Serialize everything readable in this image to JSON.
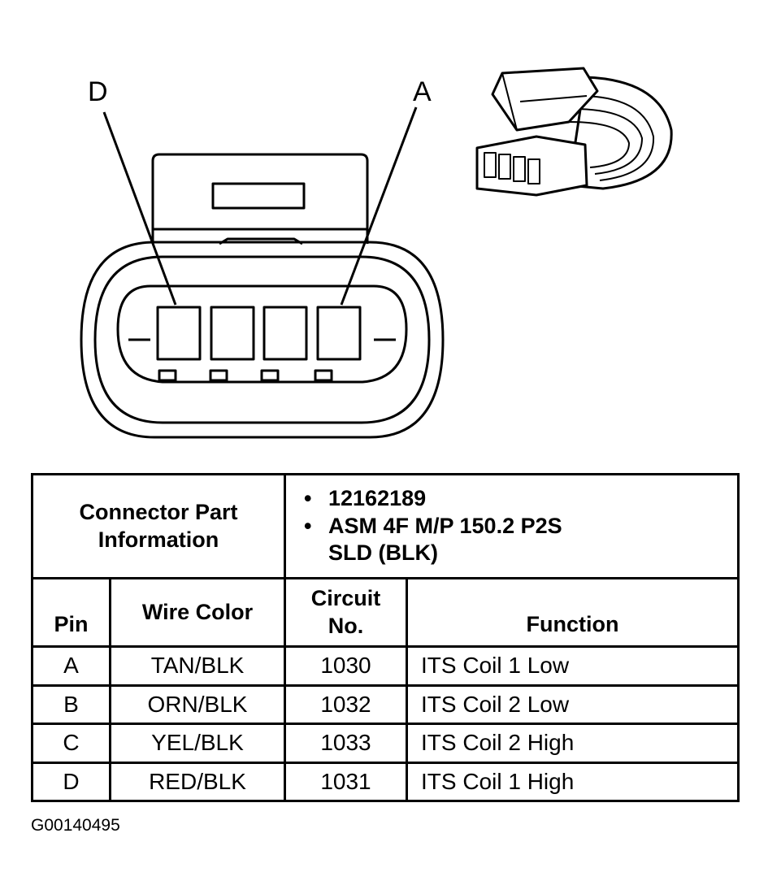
{
  "diagram": {
    "pin_callouts": [
      {
        "label": "D"
      },
      {
        "label": "A"
      }
    ]
  },
  "table": {
    "part_info_label_line1": "Connector Part",
    "part_info_label_line2": "Information",
    "part_numbers": [
      {
        "bullet": "•",
        "text": "12162189"
      },
      {
        "bullet": "•",
        "text": "ASM 4F M/P 150.2 P2S"
      },
      {
        "bullet": "",
        "text": "SLD (BLK)"
      }
    ],
    "columns": {
      "pin": "Pin",
      "wire_color": "Wire Color",
      "circuit_line1": "Circuit",
      "circuit_line2": "No.",
      "function": "Function"
    },
    "rows": [
      {
        "pin": "A",
        "wire_color": "TAN/BLK",
        "circuit": "1030",
        "function": "ITS Coil 1 Low"
      },
      {
        "pin": "B",
        "wire_color": "ORN/BLK",
        "circuit": "1032",
        "function": "ITS Coil 2 Low"
      },
      {
        "pin": "C",
        "wire_color": "YEL/BLK",
        "circuit": "1033",
        "function": "ITS Coil 2 High"
      },
      {
        "pin": "D",
        "wire_color": "RED/BLK",
        "circuit": "1031",
        "function": "ITS Coil 1 High"
      }
    ]
  },
  "figure_id": "G00140495"
}
